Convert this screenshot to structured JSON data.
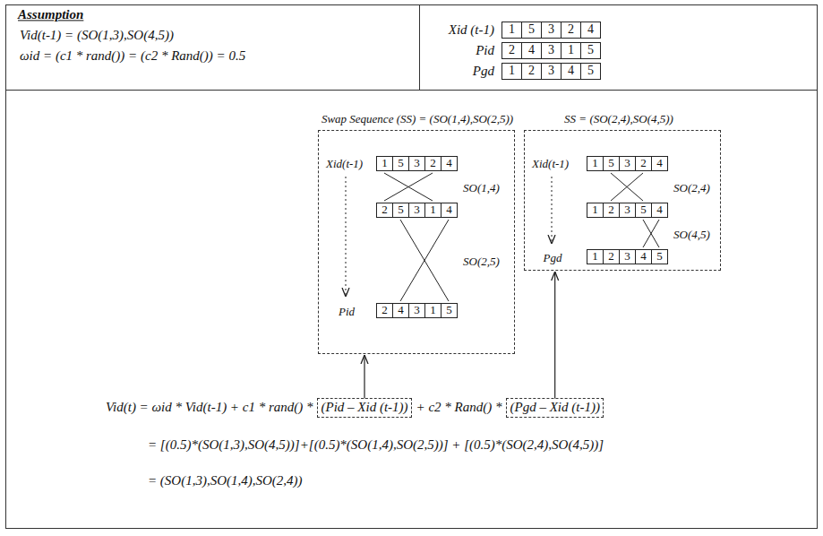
{
  "diagram": {
    "nodes": [
      {
        "text": [
          "Swap Sequence (SS) = (SO(1,4),SO(2,5))",
          "Xid(t-1)",
          "SO(1,4)",
          "SO(2,5)",
          "Pid"
        ]
      },
      {
        "text": [
          "SS = (SO(2,4),SO(4,5))",
          "Xid(t-1)",
          "SO(2,4)",
          "SO(4,5)",
          "Pgd"
        ]
      },
      {
        "text": [
          "(Pid – Xid (t-1))"
        ]
      },
      {
        "text": [
          "(Pgd – Xid (t-1))"
        ]
      }
    ],
    "edges": [
      {
        "from": 2,
        "to": 0,
        "arrow": "to"
      },
      {
        "from": 3,
        "to": 1,
        "arrow": "to"
      }
    ],
    "labels": [
      "Assumption",
      "Vid(t-1) = (SO(1,3),SO(4,5))",
      "ωid = (c1 * rand()) = (c2 * Rand()) = 0.5",
      "Xid (t-1)",
      "1",
      "5",
      "3",
      "2",
      "4",
      "Pid",
      "2",
      "4",
      "3",
      "1",
      "5",
      "Pgd",
      "1",
      "2",
      "3",
      "4",
      "5",
      "1",
      "5",
      "3",
      "2",
      "4",
      "2",
      "5",
      "3",
      "1",
      "4",
      "2",
      "4",
      "3",
      "1",
      "5",
      "1",
      "5",
      "3",
      "2",
      "4",
      "1",
      "2",
      "3",
      "5",
      "4",
      "1",
      "2",
      "3",
      "4",
      "5",
      "Vid(t) = ωid * Vid(t-1) + c1 * rand() *",
      "+ c2 * Rand() *",
      "= [(0.5)*(SO(1,3),SO(4,5))]+[(0.5)*(SO(1,4),SO(2,5))] + [(0.5)*(SO(2,4),SO(4,5))]",
      "= (SO(1,3),SO(1,4),SO(2,4))"
    ]
  }
}
